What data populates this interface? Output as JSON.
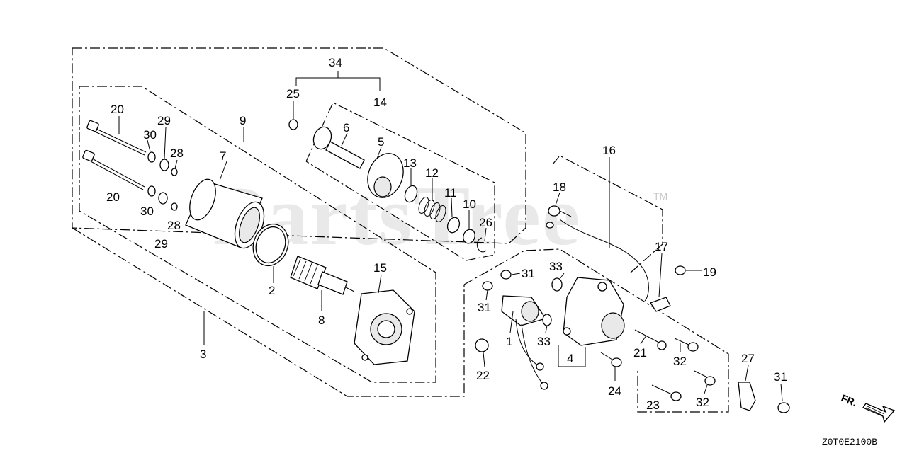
{
  "watermark": "PartsTree",
  "trademark": "TM",
  "diagram_code": "Z0T0E2100B",
  "direction_label": "FR.",
  "callouts": [
    "34",
    "25",
    "14",
    "20",
    "30",
    "29",
    "28",
    "9",
    "7",
    "6",
    "5",
    "13",
    "12",
    "11",
    "10",
    "26",
    "20",
    "30",
    "28",
    "29",
    "2",
    "8",
    "15",
    "3",
    "16",
    "18",
    "31",
    "33",
    "17",
    "19",
    "31",
    "1",
    "33",
    "21",
    "32",
    "4",
    "22",
    "24",
    "27",
    "31",
    "32",
    "23",
    "32"
  ]
}
